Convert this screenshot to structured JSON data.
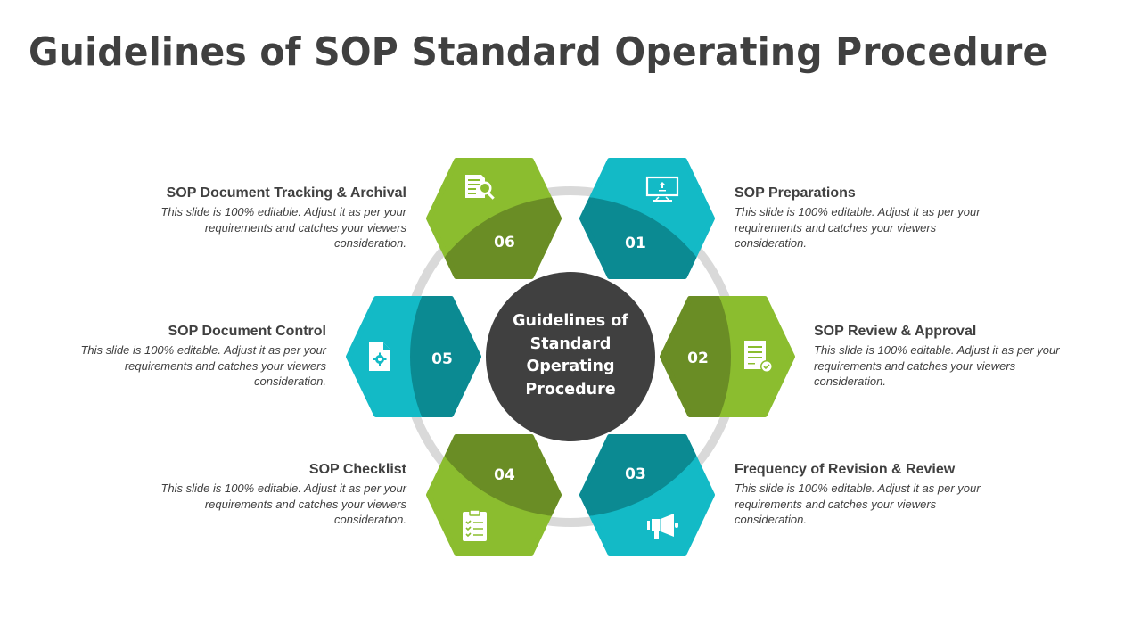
{
  "slide": {
    "title": "Guidelines of SOP Standard  Operating Procedure"
  },
  "center": {
    "lines": [
      "Guidelines of",
      "Standard",
      "Operating",
      "Procedure"
    ],
    "color": "#404040"
  },
  "colors": {
    "green_light": "#8BBD2F",
    "green_dark": "#6A8D25",
    "teal_light": "#13BAC6",
    "teal_dark": "#0B8A92",
    "ring": "#D9D9D9",
    "text": "#404040"
  },
  "steps": [
    {
      "number": "01",
      "title": "SOP Preparations",
      "description": "This slide is 100%  editable. Adjust it as per your requirements and catches your viewers consideration.",
      "icon": "monitor-upload-icon",
      "color": "teal"
    },
    {
      "number": "02",
      "title": "SOP Review & Approval",
      "description": "This slide is 100%  editable. Adjust it as per your requirements and catches your viewers consideration.",
      "icon": "document-approved-icon",
      "color": "green"
    },
    {
      "number": "03",
      "title": "Frequency of Revision & Review",
      "description": "This slide is 100%  editable. Adjust it as per your requirements and catches your viewers consideration.",
      "icon": "megaphone-icon",
      "color": "teal"
    },
    {
      "number": "04",
      "title": "SOP Checklist",
      "description": "This slide is 100%  editable. Adjust it as per your requirements and catches your viewers consideration.",
      "icon": "clipboard-checklist-icon",
      "color": "green"
    },
    {
      "number": "05",
      "title": "SOP Document Control",
      "description": "This slide is 100%  editable. Adjust it as per your requirements and catches your viewers consideration.",
      "icon": "document-gear-icon",
      "color": "teal"
    },
    {
      "number": "06",
      "title": "SOP Document Tracking & Archival",
      "description": "This slide is 100%  editable. Adjust it as per your requirements and catches your viewers consideration.",
      "icon": "document-search-icon",
      "color": "green"
    }
  ]
}
